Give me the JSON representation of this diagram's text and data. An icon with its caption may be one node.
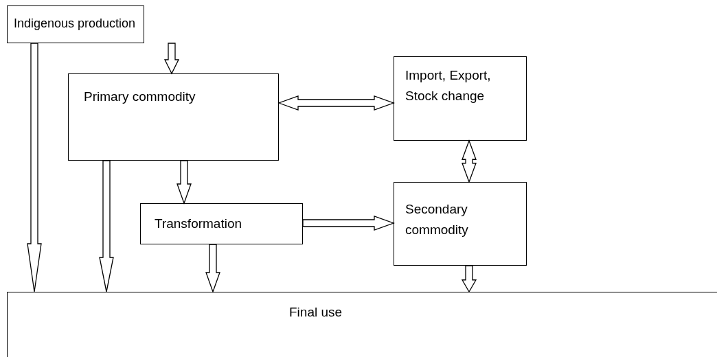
{
  "diagram": {
    "nodes": [
      {
        "text": [
          "Indigenous production"
        ]
      },
      {
        "text": [
          "Primary commodity"
        ]
      },
      {
        "text": [
          "Import, Export, Stock change"
        ]
      },
      {
        "text": [
          "Transformation"
        ]
      },
      {
        "text": [
          "Secondary commodity"
        ]
      },
      {
        "text": [
          "Final use"
        ]
      }
    ],
    "edges": [
      {
        "from": 0,
        "to": 5,
        "arrow": "to"
      },
      {
        "from": 0,
        "to": 1,
        "arrow": "to"
      },
      {
        "from": 1,
        "to": 2,
        "arrow": "both"
      },
      {
        "from": 1,
        "to": 5,
        "arrow": "to"
      },
      {
        "from": 1,
        "to": 3,
        "arrow": "to"
      },
      {
        "from": 3,
        "to": 4,
        "arrow": "to"
      },
      {
        "from": 2,
        "to": 4,
        "arrow": "both"
      },
      {
        "from": 3,
        "to": 5,
        "arrow": "to"
      },
      {
        "from": 4,
        "to": 5,
        "arrow": "to"
      }
    ]
  }
}
